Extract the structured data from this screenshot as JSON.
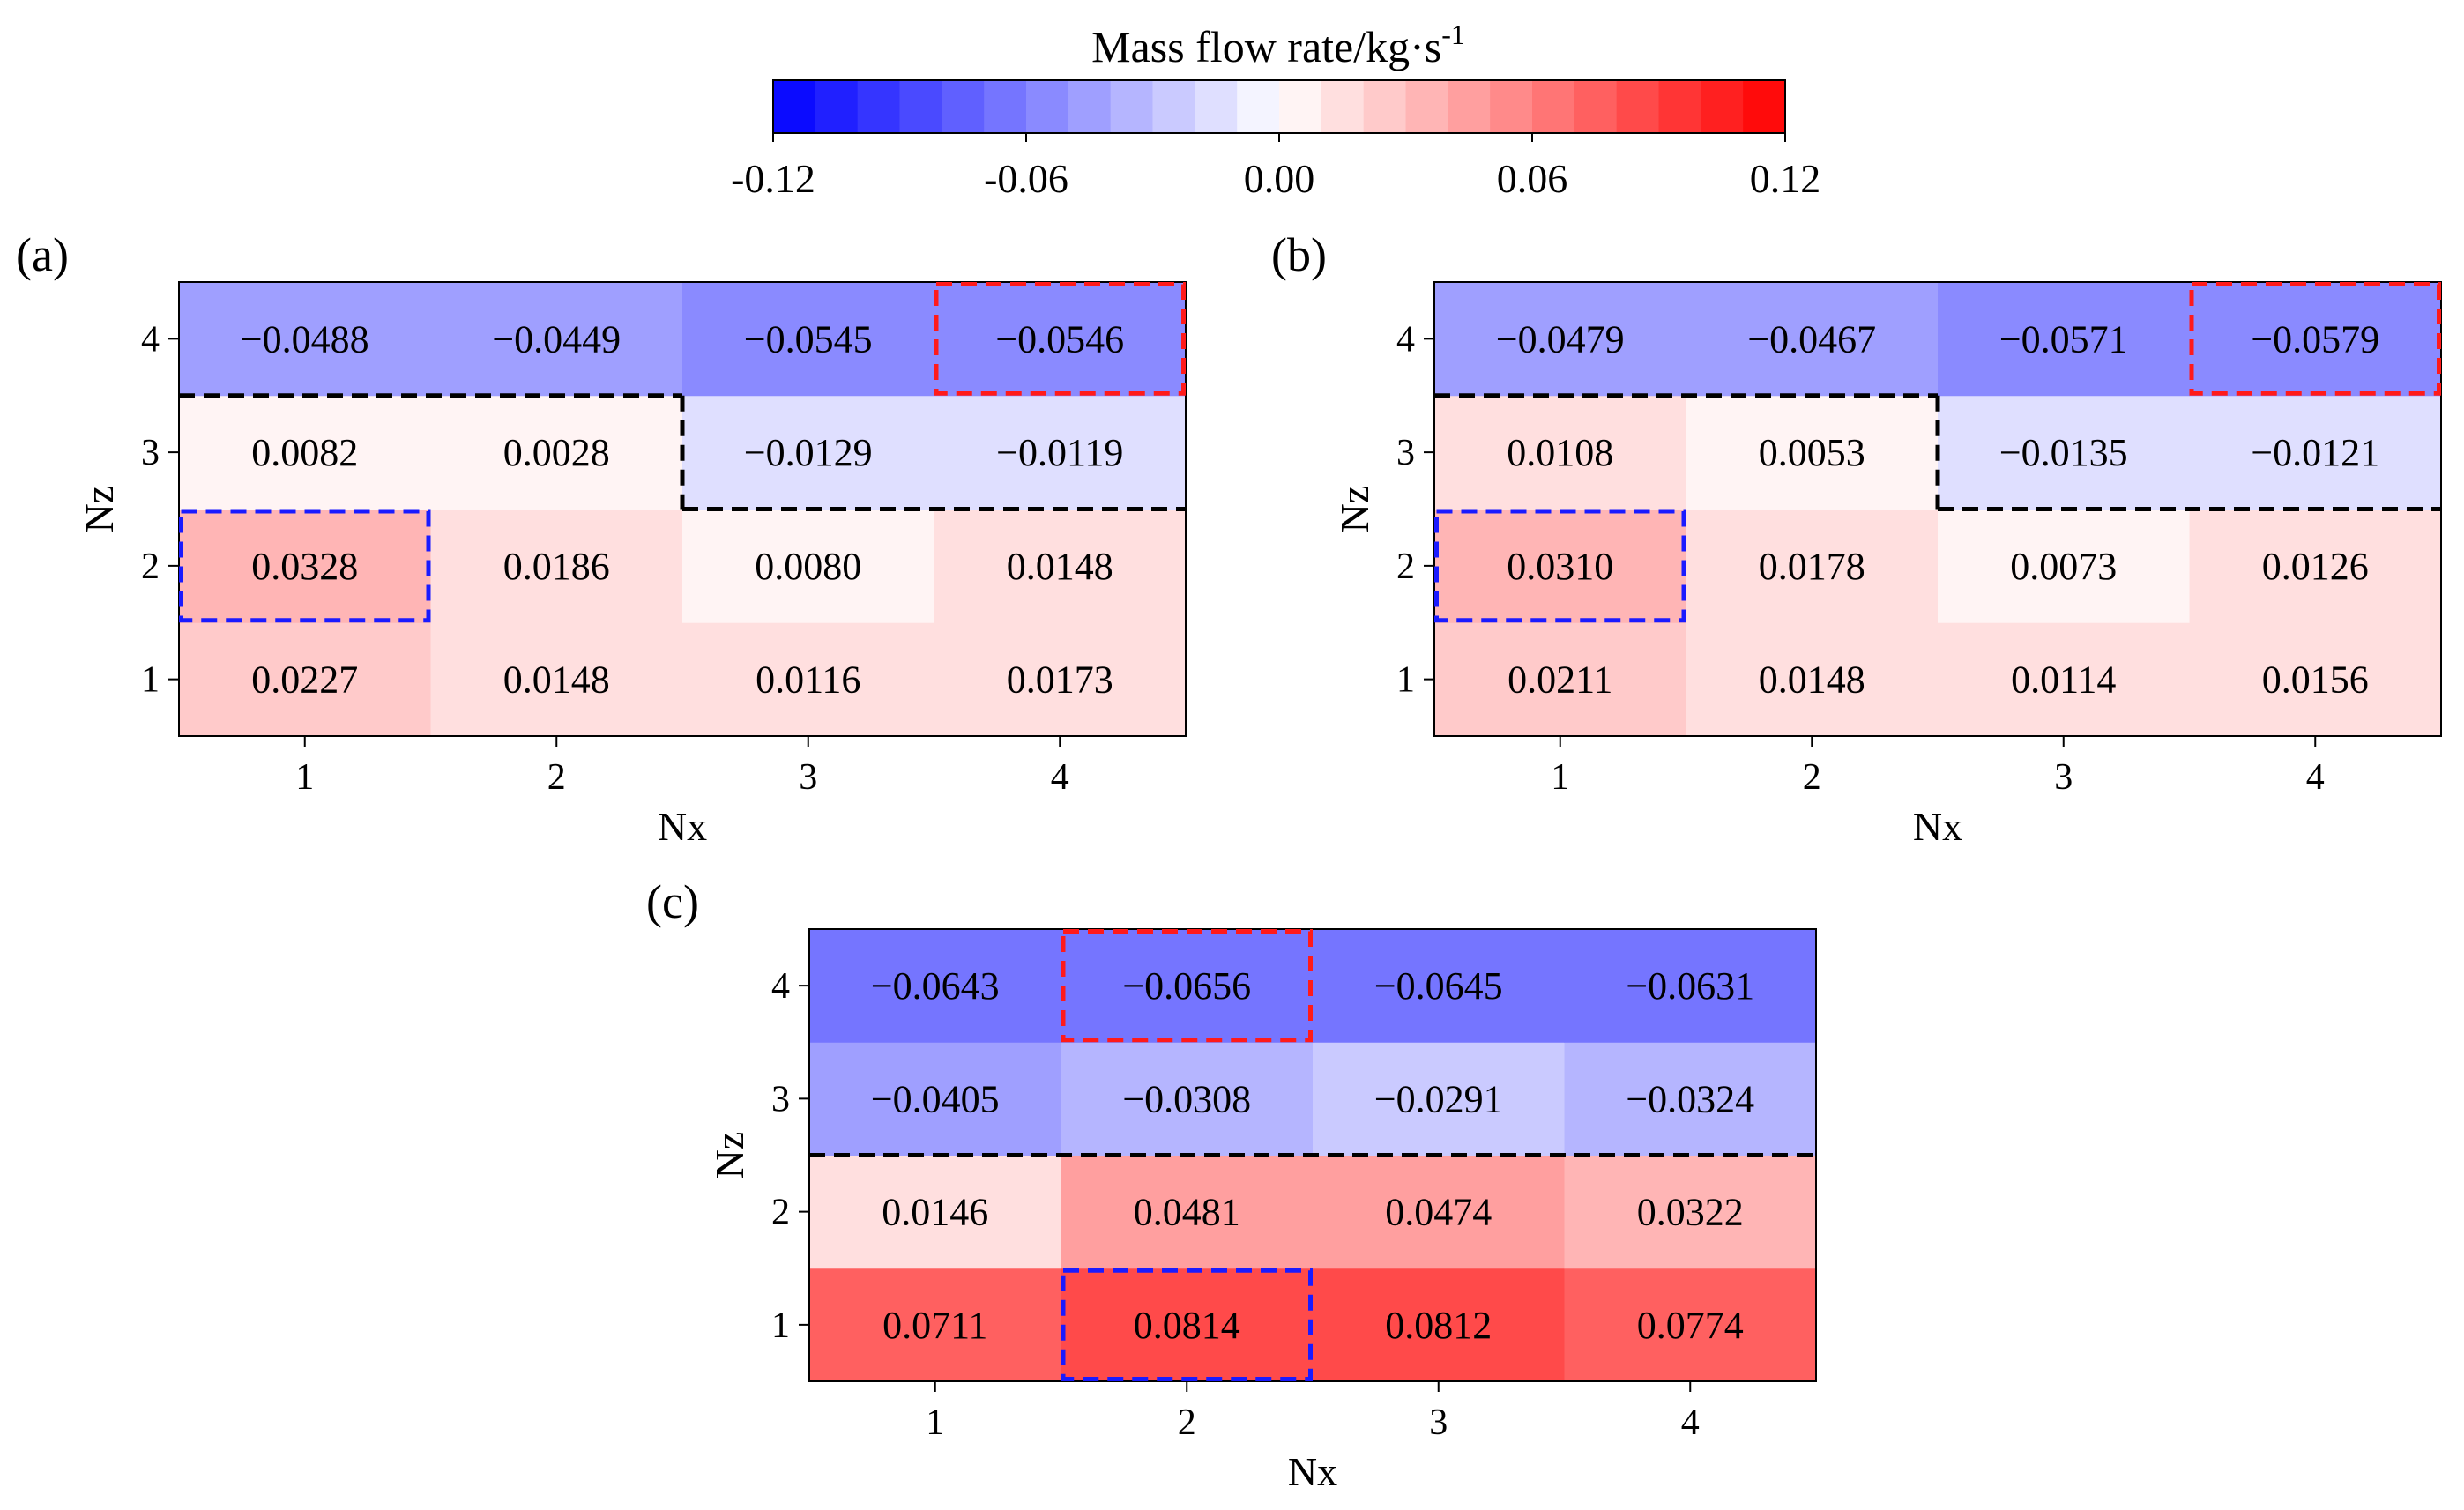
{
  "colorbar": {
    "title": "Mass flow rate/kg·s",
    "title_sup": "-1",
    "ticks": [
      "-0.12",
      "-0.06",
      "0.00",
      "0.06",
      "0.12"
    ],
    "vmin": -0.12,
    "vmax": 0.12,
    "levels": 24,
    "low_color": "#0000ff",
    "mid_color": "#ffffff",
    "high_color": "#ff0000"
  },
  "chart_data": [
    {
      "type": "heatmap",
      "panel_label": "(a)",
      "xlabel": "Nx",
      "ylabel": "Nz",
      "x": [
        "1",
        "2",
        "3",
        "4"
      ],
      "y": [
        "1",
        "2",
        "3",
        "4"
      ],
      "values": [
        [
          0.0227,
          0.0148,
          0.0116,
          0.0173
        ],
        [
          0.0328,
          0.0186,
          0.008,
          0.0148
        ],
        [
          0.0082,
          0.0028,
          -0.0129,
          -0.0119
        ],
        [
          -0.0488,
          -0.0449,
          -0.0545,
          -0.0546
        ]
      ],
      "labels": [
        [
          "0.0227",
          "0.0148",
          "0.0116",
          "0.0173"
        ],
        [
          "0.0328",
          "0.0186",
          "0.0080",
          "0.0148"
        ],
        [
          "0.0082",
          "0.0028",
          "−0.0129",
          "−0.0119"
        ],
        [
          "−0.0488",
          "−0.0449",
          "−0.0545",
          "−0.0546"
        ]
      ],
      "highlight_red": {
        "x": [
          4,
          4
        ],
        "y": [
          4,
          4
        ]
      },
      "highlight_blue": {
        "x": [
          1,
          1
        ],
        "y": [
          2,
          2
        ]
      },
      "boundary_black": [
        [
          [
            0.5,
            3.5
          ],
          [
            2.5,
            3.5
          ]
        ],
        [
          [
            2.5,
            3.5
          ],
          [
            2.5,
            2.5
          ]
        ],
        [
          [
            2.5,
            2.5
          ],
          [
            4.5,
            2.5
          ]
        ]
      ]
    },
    {
      "type": "heatmap",
      "panel_label": "(b)",
      "xlabel": "Nx",
      "ylabel": "Nz",
      "x": [
        "1",
        "2",
        "3",
        "4"
      ],
      "y": [
        "1",
        "2",
        "3",
        "4"
      ],
      "values": [
        [
          0.0211,
          0.0148,
          0.0114,
          0.0156
        ],
        [
          0.031,
          0.0178,
          0.0073,
          0.0126
        ],
        [
          0.0108,
          0.0053,
          -0.0135,
          -0.0121
        ],
        [
          -0.0479,
          -0.0467,
          -0.0571,
          -0.0579
        ]
      ],
      "labels": [
        [
          "0.0211",
          "0.0148",
          "0.0114",
          "0.0156"
        ],
        [
          "0.0310",
          "0.0178",
          "0.0073",
          "0.0126"
        ],
        [
          "0.0108",
          "0.0053",
          "−0.0135",
          "−0.0121"
        ],
        [
          "−0.0479",
          "−0.0467",
          "−0.0571",
          "−0.0579"
        ]
      ],
      "highlight_red": {
        "x": [
          4,
          4
        ],
        "y": [
          4,
          4
        ]
      },
      "highlight_blue": {
        "x": [
          1,
          1
        ],
        "y": [
          2,
          2
        ]
      },
      "boundary_black": [
        [
          [
            0.5,
            3.5
          ],
          [
            2.5,
            3.5
          ]
        ],
        [
          [
            2.5,
            3.5
          ],
          [
            2.5,
            2.5
          ]
        ],
        [
          [
            2.5,
            2.5
          ],
          [
            4.5,
            2.5
          ]
        ]
      ]
    },
    {
      "type": "heatmap",
      "panel_label": "(c)",
      "xlabel": "Nx",
      "ylabel": "Nz",
      "x": [
        "1",
        "2",
        "3",
        "4"
      ],
      "y": [
        "1",
        "2",
        "3",
        "4"
      ],
      "values": [
        [
          0.0711,
          0.0814,
          0.0812,
          0.0774
        ],
        [
          0.0146,
          0.0481,
          0.0474,
          0.0322
        ],
        [
          -0.0405,
          -0.0308,
          -0.0291,
          -0.0324
        ],
        [
          -0.0643,
          -0.0656,
          -0.0645,
          -0.0631
        ]
      ],
      "labels": [
        [
          "0.0711",
          "0.0814",
          "0.0812",
          "0.0774"
        ],
        [
          "0.0146",
          "0.0481",
          "0.0474",
          "0.0322"
        ],
        [
          "−0.0405",
          "−0.0308",
          "−0.0291",
          "−0.0324"
        ],
        [
          "−0.0643",
          "−0.0656",
          "−0.0645",
          "−0.0631"
        ]
      ],
      "highlight_red": {
        "x": [
          2,
          2
        ],
        "y": [
          4,
          4
        ]
      },
      "highlight_blue": {
        "x": [
          2,
          2
        ],
        "y": [
          1,
          1
        ]
      },
      "boundary_black": [
        [
          [
            0.5,
            2.5
          ],
          [
            4.5,
            2.5
          ]
        ]
      ]
    }
  ]
}
